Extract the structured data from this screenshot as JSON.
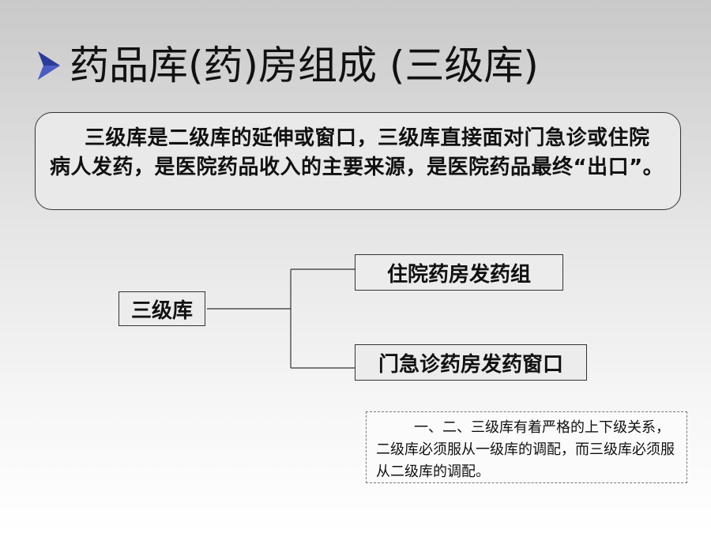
{
  "slide": {
    "title": "药品库(药)房组成 (三级库)",
    "bullet_icon": "triangle-arrow-icon",
    "bullet_color": "#2a3b9a",
    "intro": "三级库是二级库的延伸或窗口，三级库直接面对门急诊或住院病人发药，是医院药品收入的主要来源，是医院药品最终“出口”。",
    "diagram": {
      "root": "三级库",
      "branches": [
        "住院药房发药组",
        "门急诊药房发药窗口"
      ]
    },
    "note": "一、二、三级库有着严格的上下级关系，二级库必须服从一级库的调配，而三级库必须服从二级库的调配。"
  }
}
